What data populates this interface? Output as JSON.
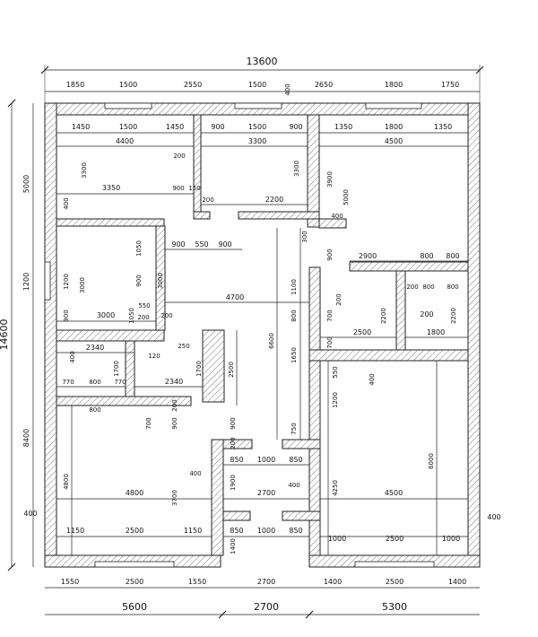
{
  "overall": {
    "total_width": "13600",
    "total_height": "14600",
    "top_segments": [
      "1850",
      "1500",
      "2550",
      "1500",
      "400",
      "2650",
      "1800",
      "1750"
    ],
    "left_segments": [
      "5000",
      "1200",
      "8400"
    ],
    "bottom_segments": [
      "1550",
      "2500",
      "1550",
      "2700",
      "1400",
      "2500",
      "1400"
    ],
    "bottom_totals": [
      "5600",
      "2700",
      "5300"
    ],
    "side_offsets": [
      "400",
      "400"
    ]
  },
  "room_dimensions": {
    "r1": [
      "1450",
      "1500",
      "1450",
      "4400",
      "3300",
      "3350",
      "900",
      "150",
      "400",
      "200"
    ],
    "r2": [
      "900",
      "1500",
      "900",
      "3300",
      "3300",
      "2200",
      "200"
    ],
    "r3": [
      "1350",
      "1800",
      "1350",
      "4500",
      "3900",
      "5000",
      "400",
      "2900",
      "800",
      "800",
      "300",
      "900"
    ],
    "r4": [
      "1200",
      "3000",
      "1050",
      "900",
      "3000",
      "900",
      "3000",
      "1050",
      "550",
      "900",
      "550",
      "900"
    ],
    "hall": [
      "4700",
      "6600",
      "1100",
      "800",
      "1650",
      "750",
      "200",
      "200"
    ],
    "r5": [
      "2340",
      "400",
      "770",
      "800",
      "770",
      "1700",
      "800"
    ],
    "r6": [
      "120",
      "250",
      "2340",
      "1700",
      "2500"
    ],
    "bath": [
      "700",
      "200",
      "2500",
      "2200",
      "200",
      "800",
      "800",
      "200",
      "1800",
      "2200",
      "700"
    ],
    "r7": [
      "550",
      "400",
      "1200",
      "6000",
      "4250",
      "4500",
      "1000",
      "2500",
      "1000"
    ],
    "r8": [
      "4800",
      "4800",
      "700",
      "900",
      "200",
      "400",
      "3700",
      "1150",
      "2500",
      "1150",
      "1400"
    ],
    "corridor": [
      "850",
      "1000",
      "850",
      "1900",
      "2700",
      "400",
      "850",
      "1000",
      "850",
      "900",
      "200"
    ]
  }
}
